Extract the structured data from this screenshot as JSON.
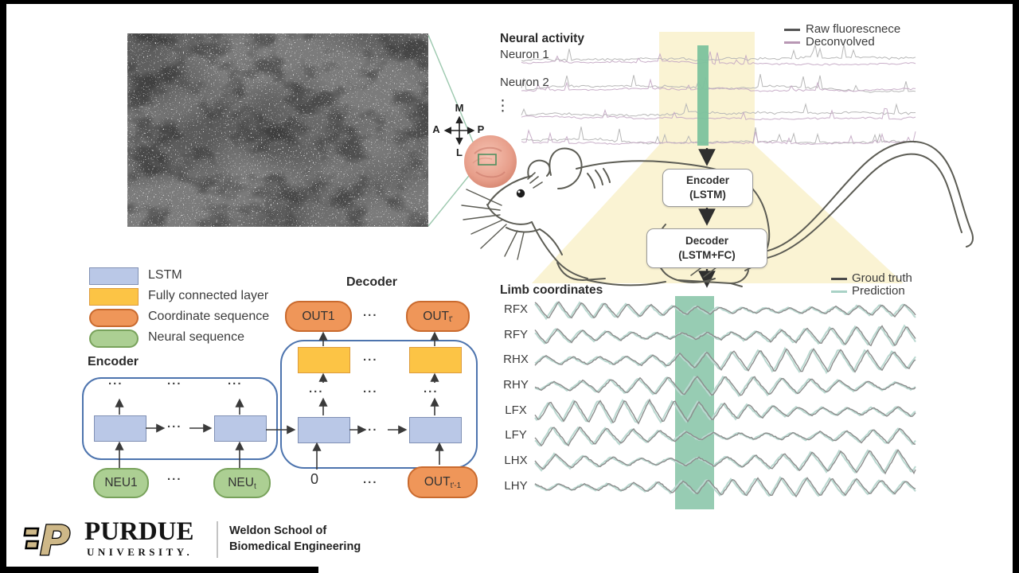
{
  "compass": {
    "top": "M",
    "left": "A",
    "right": "P",
    "bottom": "L"
  },
  "neural": {
    "title": "Neural activity",
    "row_labels": [
      "Neuron 1",
      "Neuron 2"
    ],
    "vertical_ellipsis": "⋮",
    "trace_rows": 4,
    "legend": [
      {
        "label": "Raw fluorescnece",
        "color": "#555555"
      },
      {
        "label": "Deconvolved",
        "color": "#b897b4"
      }
    ]
  },
  "pipeline": {
    "encoder": {
      "line1": "Encoder",
      "line2": "(LSTM)"
    },
    "decoder": {
      "line1": "Decoder",
      "line2": "(LSTM+FC)"
    }
  },
  "limb": {
    "title": "Limb coordinates",
    "row_labels": [
      "RFX",
      "RFY",
      "RHX",
      "RHY",
      "LFX",
      "LFY",
      "LHX",
      "LHY"
    ],
    "legend": [
      {
        "label": "Groud truth",
        "color": "#4a4a4a"
      },
      {
        "label": "Prediction",
        "color": "#a9d2c6"
      }
    ]
  },
  "architecture": {
    "legend": [
      {
        "label": "LSTM"
      },
      {
        "label": "Fully connected layer"
      },
      {
        "label": "Coordinate sequence"
      },
      {
        "label": "Neural sequence"
      }
    ],
    "encoder_title": "Encoder",
    "decoder_title": "Decoder",
    "ellipsis": "...",
    "zero": "0",
    "neu1": "NEU1",
    "neu_t": {
      "base": "NEU",
      "sub": "t"
    },
    "out1": "OUT1",
    "out_t": {
      "base": "OUT",
      "sub": "t'"
    },
    "out_prev": {
      "base": "OUT",
      "sub": "t'-1"
    }
  },
  "footer": {
    "university": "PURDUE",
    "university_sub": "UNIVERSITY.",
    "school_line1": "Weldon School of",
    "school_line2": "Biomedical Engineering"
  },
  "colors": {
    "funnel_yellow": "#faf3d3",
    "highlight_green_bar": "#7cc29d",
    "highlight_green_band": "#97ccb3",
    "raw_trace": "#b8b8b8",
    "deconvolved_trace": "#c3a6c3",
    "ground_truth_trace": "#8c8c8c",
    "prediction_trace": "#bad8d0",
    "lstm_fill": "#bac8e7",
    "fc_fill": "#fcc445",
    "coordinate_fill": "#ef9659",
    "neural_fill": "#accf93",
    "container_border": "#4d74ae",
    "purdue_gold": "#ceb888"
  }
}
